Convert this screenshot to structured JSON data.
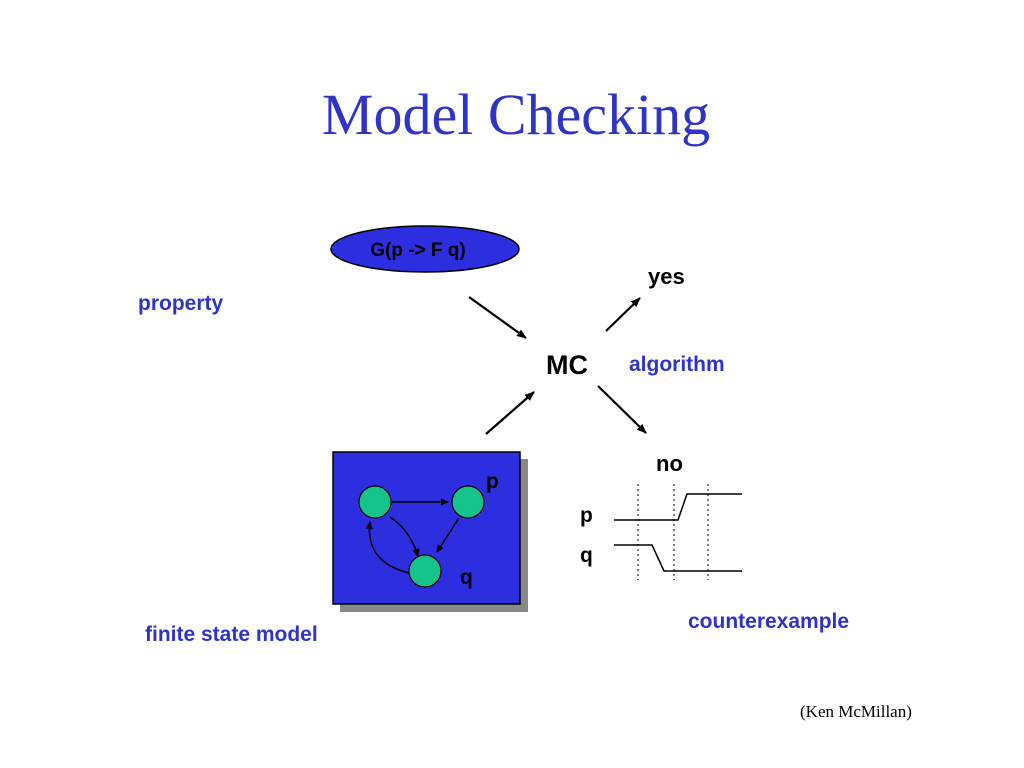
{
  "title": "Model Checking",
  "formula": "G(p -> F q)",
  "checker": "MC",
  "labels": {
    "property": "property",
    "algorithm": "algorithm",
    "finite_state_model": "finite state model",
    "counterexample": "counterexample"
  },
  "outcomes": {
    "yes": "yes",
    "no": "no"
  },
  "model_nodes": {
    "p": "p",
    "q": "q"
  },
  "trace_signals": {
    "p": "p",
    "q": "q"
  },
  "credit": "(Ken McMillan)",
  "colors": {
    "title_blue": "#2f34c9",
    "model_box_blue": "#2c2ee0",
    "formula_ellipse_blue": "#2c2ee0",
    "node_green": "#16c38a",
    "shadow_gray": "#888888"
  }
}
